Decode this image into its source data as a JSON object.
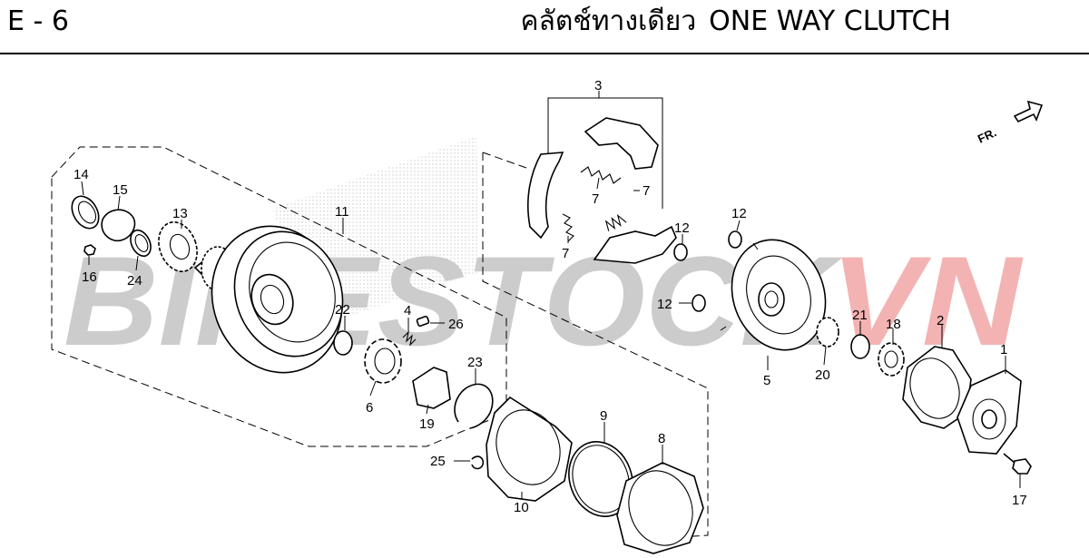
{
  "header": {
    "page_code": "E - 6",
    "title_thai": "คลัตช์ทางเดียว",
    "title_en": "ONE WAY CLUTCH"
  },
  "direction_marker": "FR.",
  "watermark": {
    "part1": "BIKESTOCK",
    "part2": "VN",
    "color_main": "#cccccc",
    "color_accent": "#f4b3b3"
  },
  "callouts": [
    "1",
    "2",
    "3",
    "4",
    "5",
    "6",
    "7",
    "7",
    "7",
    "8",
    "9",
    "10",
    "11",
    "12",
    "12",
    "12",
    "13",
    "14",
    "15",
    "16",
    "17",
    "18",
    "19",
    "20",
    "21",
    "22",
    "23",
    "24",
    "25",
    "26"
  ]
}
